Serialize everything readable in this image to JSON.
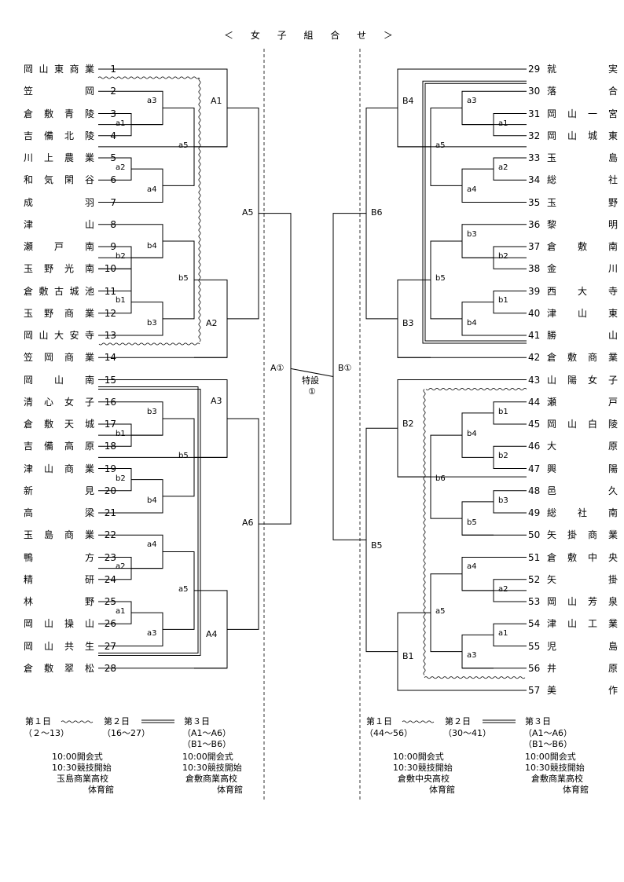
{
  "title": "＜ 女 子 組 合 せ ＞",
  "left_teams": [
    {
      "no": "1",
      "name": "岡山東商業"
    },
    {
      "no": "2",
      "name": "笠岡"
    },
    {
      "no": "3",
      "name": "倉敷青陵"
    },
    {
      "no": "4",
      "name": "吉備北陵"
    },
    {
      "no": "5",
      "name": "川上農業"
    },
    {
      "no": "6",
      "name": "和気閑谷"
    },
    {
      "no": "7",
      "name": "成羽"
    },
    {
      "no": "8",
      "name": "津山"
    },
    {
      "no": "9",
      "name": "瀬戸南"
    },
    {
      "no": "10",
      "name": "玉野光南"
    },
    {
      "no": "11",
      "name": "倉敷古城池"
    },
    {
      "no": "12",
      "name": "玉野商業"
    },
    {
      "no": "13",
      "name": "岡山大安寺"
    },
    {
      "no": "14",
      "name": "笠岡商業"
    },
    {
      "no": "15",
      "name": "岡山南"
    },
    {
      "no": "16",
      "name": "清心女子"
    },
    {
      "no": "17",
      "name": "倉敷天城"
    },
    {
      "no": "18",
      "name": "吉備高原"
    },
    {
      "no": "19",
      "name": "津山商業"
    },
    {
      "no": "20",
      "name": "新見"
    },
    {
      "no": "21",
      "name": "高梁"
    },
    {
      "no": "22",
      "name": "玉島商業"
    },
    {
      "no": "23",
      "name": "鴨方"
    },
    {
      "no": "24",
      "name": "精研"
    },
    {
      "no": "25",
      "name": "林野"
    },
    {
      "no": "26",
      "name": "岡山操山"
    },
    {
      "no": "27",
      "name": "岡山共生"
    },
    {
      "no": "28",
      "name": "倉敷翠松"
    }
  ],
  "right_teams": [
    {
      "no": "29",
      "name": "就実"
    },
    {
      "no": "30",
      "name": "落合"
    },
    {
      "no": "31",
      "name": "岡山一宮"
    },
    {
      "no": "32",
      "name": "岡山城東"
    },
    {
      "no": "33",
      "name": "玉島"
    },
    {
      "no": "34",
      "name": "総社"
    },
    {
      "no": "35",
      "name": "玉野"
    },
    {
      "no": "36",
      "name": "黎明"
    },
    {
      "no": "37",
      "name": "倉敷南"
    },
    {
      "no": "38",
      "name": "金川"
    },
    {
      "no": "39",
      "name": "西大寺"
    },
    {
      "no": "40",
      "name": "津山東"
    },
    {
      "no": "41",
      "name": "勝山"
    },
    {
      "no": "42",
      "name": "倉敷商業"
    },
    {
      "no": "43",
      "name": "山陽女子"
    },
    {
      "no": "44",
      "name": "瀬戸"
    },
    {
      "no": "45",
      "name": "岡山白陵"
    },
    {
      "no": "46",
      "name": "大原"
    },
    {
      "no": "47",
      "name": "興陽"
    },
    {
      "no": "48",
      "name": "邑久"
    },
    {
      "no": "49",
      "name": "総社南"
    },
    {
      "no": "50",
      "name": "矢掛商業"
    },
    {
      "no": "51",
      "name": "倉敷中央"
    },
    {
      "no": "52",
      "name": "矢掛"
    },
    {
      "no": "53",
      "name": "岡山芳泉"
    },
    {
      "no": "54",
      "name": "津山工業"
    },
    {
      "no": "55",
      "name": "児島"
    },
    {
      "no": "56",
      "name": "井原"
    },
    {
      "no": "57",
      "name": "美作"
    }
  ],
  "match_labels": {
    "a1_top": "a1",
    "a2_top": "a2",
    "a3_top": "a3",
    "a4_top": "a4",
    "a5_top": "a5",
    "b1_top": "b1",
    "b2_top": "b2",
    "b3_top": "b3",
    "b4_top": "b4",
    "b5_top": "b5",
    "b1_bot": "b1",
    "b2_bot": "b2",
    "b3_bot": "b3",
    "b4_bot": "b4",
    "b5_bot": "b5",
    "a1_bot": "a1",
    "a2_bot": "a2",
    "a3_bot": "a3",
    "a4_bot": "a4",
    "a5_bot": "a5",
    "A1": "A1",
    "A2": "A2",
    "A3": "A3",
    "A4": "A4",
    "A5": "A5",
    "A6": "A6",
    "r_a1": "a1",
    "r_a2": "a2",
    "r_a3": "a3",
    "r_a4": "a4",
    "r_a5": "a5",
    "r_b1": "b1",
    "r_b2": "b2",
    "r_b3": "b3",
    "r_b4": "b4",
    "r_b5": "b5",
    "r_b1_2": "b1",
    "r_b2_2": "b2",
    "r_b3_2": "b3",
    "r_b4_2": "b4",
    "r_b5_2": "b5",
    "r_b6": "b6",
    "r_a1_2": "a1",
    "r_a2_2": "a2",
    "r_a3_2": "a3",
    "r_a4_2": "a4",
    "r_a5_2": "a5",
    "B1": "B1",
    "B2": "B2",
    "B3": "B3",
    "B4": "B4",
    "B5": "B5",
    "B6": "B6"
  },
  "final": {
    "a_label": "A①",
    "b_label": "B①",
    "center_label_line1": "特設",
    "center_label_line2": "①"
  },
  "schedule_left": {
    "day1": "第１日",
    "day2": "第２日",
    "day3": "第３日",
    "day1_range": "（２～13）",
    "day2_range": "（16～27）",
    "day3_range1": "（A1～A6）",
    "day3_range2": "（B1～B6）",
    "d1_time1": "10:00開会式",
    "d1_time2": "10:30競技開始",
    "d1_venue1": "玉島商業高校",
    "d1_venue2": "体育館",
    "d3_time1": "10:00開会式",
    "d3_time2": "10:30競技開始",
    "d3_venue1": "倉敷商業高校",
    "d3_venue2": "体育館"
  },
  "schedule_right": {
    "day1": "第１日",
    "day2": "第２日",
    "day3": "第３日",
    "day1_range": "（44～56）",
    "day2_range": "（30～41）",
    "day3_range1": "（A1～A6）",
    "day3_range2": "（B1～B6）",
    "d1_time1": "10:00開会式",
    "d1_time2": "10:30競技開始",
    "d1_venue1": "倉敷中央高校",
    "d1_venue2": "体育館",
    "d3_time1": "10:00開会式",
    "d3_time2": "10:30競技開始",
    "d3_venue1": "倉敷商業高校",
    "d3_venue2": "体育館"
  }
}
